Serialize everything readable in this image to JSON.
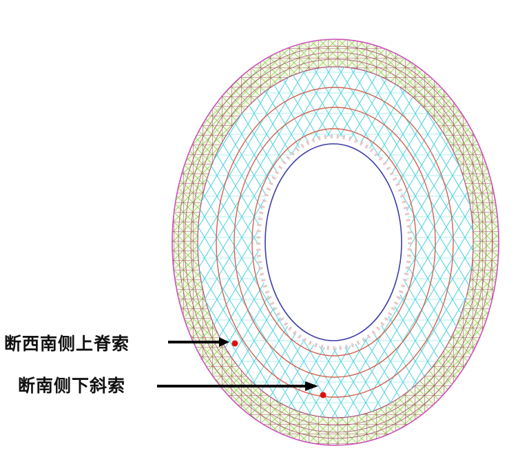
{
  "diagram": {
    "type": "stadium-roof-cable-net-plan",
    "colors": {
      "roof_grid": "#b04a78",
      "roof_grid_fill": "#8fd14f",
      "outer_ring": "#d04cbf",
      "triangle_net": "#5fd7e0",
      "ridge_rings": "#d2604e",
      "inner_fan": "#e8c6c6",
      "inner_compression_ring": "#3b3ba8",
      "marker": "#e01010",
      "arrow": "#000000"
    },
    "annotations": [
      {
        "id": "upper",
        "text": "断西南侧上脊索"
      },
      {
        "id": "lower",
        "text": "断南侧下斜索"
      }
    ]
  }
}
